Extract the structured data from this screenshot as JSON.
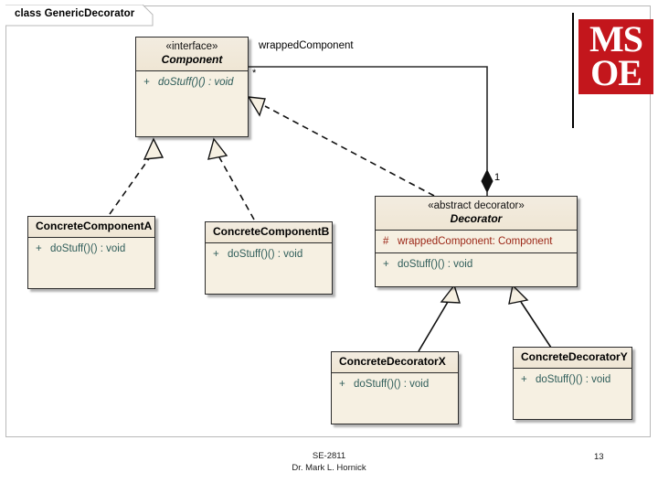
{
  "frame": {
    "tab_label": "class GenericDecorator"
  },
  "logo": {
    "name": "msoe-logo",
    "line1": "MS",
    "line2": "OE",
    "color": "#c3161c"
  },
  "classes": {
    "component": {
      "stereotype": "«interface»",
      "name": "Component",
      "methods": [
        {
          "visibility": "+",
          "text": "doStuff()() : void"
        }
      ]
    },
    "concrete_component_a": {
      "name": "ConcreteComponentA",
      "methods": [
        {
          "visibility": "+",
          "text": "doStuff()() : void"
        }
      ]
    },
    "concrete_component_b": {
      "name": "ConcreteComponentB",
      "methods": [
        {
          "visibility": "+",
          "text": "doStuff()() : void"
        }
      ]
    },
    "decorator": {
      "stereotype": "«abstract decorator»",
      "name": "Decorator",
      "attributes": [
        {
          "visibility": "#",
          "text": "wrappedComponent:  Component"
        }
      ],
      "methods": [
        {
          "visibility": "+",
          "text": "doStuff()() : void"
        }
      ]
    },
    "concrete_decorator_x": {
      "name": "ConcreteDecoratorX",
      "methods": [
        {
          "visibility": "+",
          "text": "doStuff()() : void"
        }
      ]
    },
    "concrete_decorator_y": {
      "name": "ConcreteDecoratorY",
      "methods": [
        {
          "visibility": "+",
          "text": "doStuff()() : void"
        }
      ]
    }
  },
  "connectors": {
    "association_role": "wrappedComponent",
    "multiplicity_source": "*",
    "multiplicity_target": "1"
  },
  "colors": {
    "box_fill": "#f6f0e2",
    "box_border": "#2b2b2b",
    "method_text": "#2f5d5a",
    "attribute_text": "#9b2616",
    "logo_red": "#c3161c"
  },
  "footer": {
    "course": "SE-2811",
    "instructor": "Dr. Mark L. Hornick",
    "page_number": "13"
  }
}
